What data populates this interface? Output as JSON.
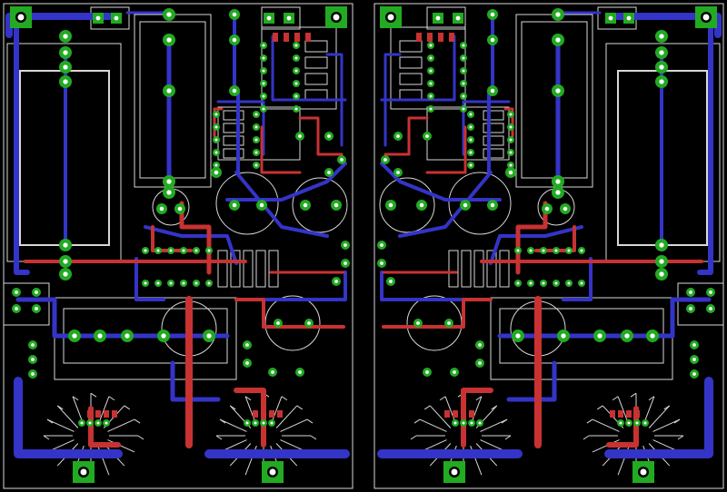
{
  "colors": {
    "background": "#000000",
    "silkscreen": "#d8d8d8",
    "top_copper": "#c83232",
    "bottom_copper": "#3434c8",
    "pad_ring": "#22aa22",
    "mount_pad": "#22aa22",
    "smd_pad": "#c83232"
  },
  "boards": [
    {
      "name": "left-board",
      "mirror": false
    },
    {
      "name": "right-board",
      "mirror": true
    }
  ],
  "layers": [
    "silkscreen",
    "bottom-copper",
    "top-copper",
    "pads"
  ]
}
